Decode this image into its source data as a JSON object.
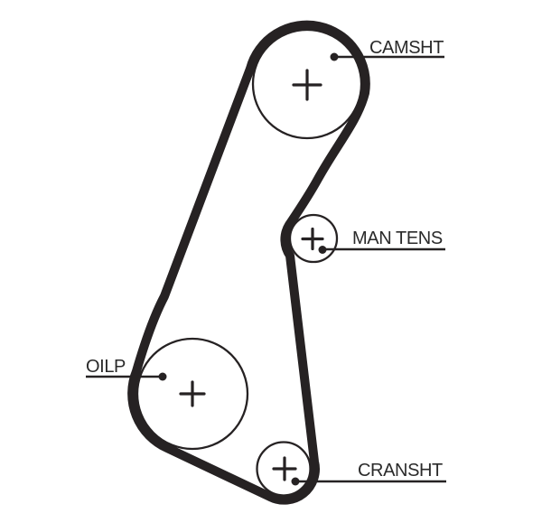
{
  "diagram": {
    "background": "#ffffff",
    "ink": "#262223",
    "text_color": "#2a2a2a",
    "pulleys": [
      {
        "id": "camsht",
        "label": "CAMSHT"
      },
      {
        "id": "man-tens",
        "label": "MAN TENS"
      },
      {
        "id": "oilp",
        "label": "OILP"
      },
      {
        "id": "cransht",
        "label": "CRANSHT"
      }
    ]
  }
}
